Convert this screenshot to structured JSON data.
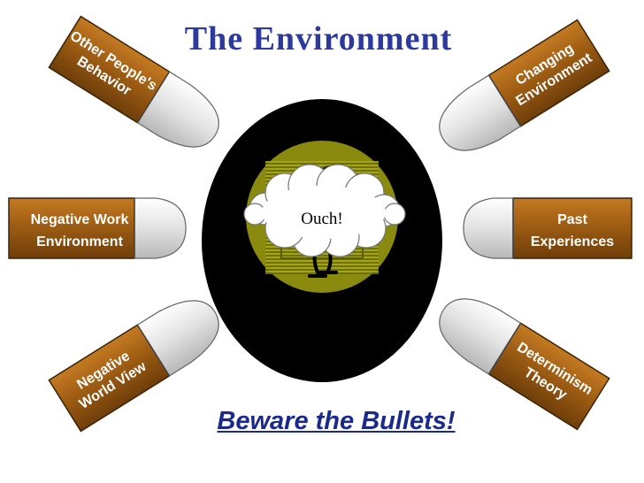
{
  "title": "The Environment",
  "caption": "Beware the Bullets!",
  "target": {
    "exclamation": "Ouch!"
  },
  "bullets": [
    {
      "id": "other-peoples-behavior",
      "lines": [
        "Other People's",
        "Behavior"
      ]
    },
    {
      "id": "changing-environment",
      "lines": [
        "Changing",
        "Environment"
      ]
    },
    {
      "id": "negative-work-environment",
      "lines": [
        "Negative Work",
        "Environment"
      ]
    },
    {
      "id": "past-experiences",
      "lines": [
        "Past",
        "Experiences"
      ]
    },
    {
      "id": "negative-world-view",
      "lines": [
        "Negative",
        "World View"
      ]
    },
    {
      "id": "determinism-theory",
      "lines": [
        "Determinism",
        "Theory"
      ]
    }
  ],
  "colors": {
    "casing": "#9a5a12",
    "casing_dark": "#5a3308",
    "tip": "#ececec",
    "title": "#2c3a9e",
    "target_ring": "#000000",
    "bullseye": "#8a8a0e"
  }
}
